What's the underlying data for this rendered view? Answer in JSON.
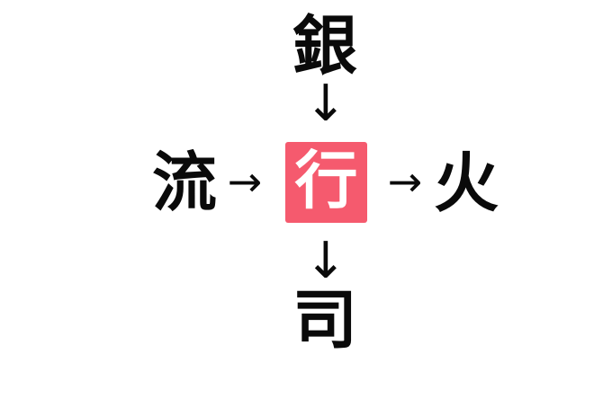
{
  "puzzle": {
    "top": {
      "char": "銀"
    },
    "left": {
      "char": "流"
    },
    "center": {
      "char": "行",
      "bg": "#f55a6e",
      "fg": "#ffffff"
    },
    "right": {
      "char": "火"
    },
    "bottom": {
      "char": "司"
    }
  },
  "icons": {
    "arrow_down": "↓",
    "arrow_right": "→"
  },
  "colors": {
    "background": "#ffffff",
    "text": "#0a0a0a",
    "center_tile_background": "#f55a6e",
    "center_tile_text": "#ffffff"
  }
}
